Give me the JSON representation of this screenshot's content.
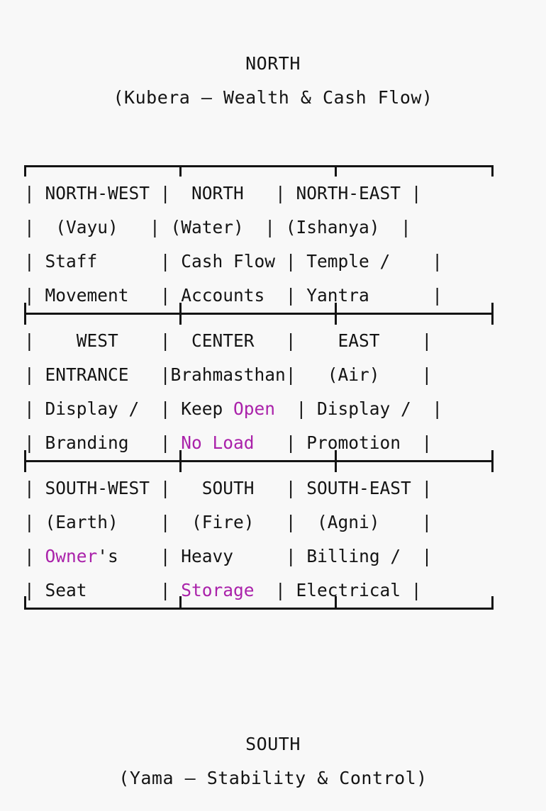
{
  "meta": {
    "background_color": "#f8f8f8",
    "text_color": "#141414",
    "highlight_color": "#aa22aa",
    "border_color": "#141414"
  },
  "header": {
    "title": "NORTH",
    "subtitle": "(Kubera — Wealth & Cash Flow)"
  },
  "footer": {
    "title": "SOUTH",
    "subtitle": "(Yama — Stability & Control)"
  },
  "grid": {
    "columns": [
      "west",
      "center",
      "east"
    ],
    "rows": [
      {
        "id": "north-row",
        "cells": [
          {
            "name": "north-west",
            "direction": "NORTH-WEST",
            "element": "(Vayu)",
            "purpose_line1": "Staff",
            "purpose_line2": "Movement"
          },
          {
            "name": "north",
            "direction": "NORTH",
            "element": "(Water)",
            "purpose_line1": "Cash Flow",
            "purpose_line2": "Accounts"
          },
          {
            "name": "north-east",
            "direction": "NORTH-EAST",
            "element": "(Ishanya)",
            "purpose_line1": "Temple /",
            "purpose_line2": "Yantra"
          }
        ],
        "ascii": [
          "| NORTH-WEST |   NORTH   | NORTH-EAST |",
          "|  (Vayu)    |  (Water)  | (Ishanya)  |",
          "| Staff      | Cash Flow | Temple /   |",
          "| Movement   | Accounts  | Yantra     |"
        ]
      },
      {
        "id": "center-row",
        "cells": [
          {
            "name": "west",
            "direction": "WEST",
            "element": "ENTRANCE",
            "purpose_line1": "Display /",
            "purpose_line2": "Branding"
          },
          {
            "name": "center",
            "direction": "CENTER",
            "element": "Brahmasthan",
            "purpose_line1_plain": "Keep ",
            "purpose_line1_highlight": "Open",
            "purpose_line2_highlight": "No Load"
          },
          {
            "name": "east",
            "direction": "EAST",
            "element": "(Air)",
            "purpose_line1": "Display /",
            "purpose_line2": "Promotion"
          }
        ],
        "ascii": [
          "|    WEST    |  CENTER   |    EAST    |",
          "| ENTRANCE   |Brahmasthan|   (Air)    |",
          "| Display /  | Keep Open | Display /  |",
          "| Branding   | No Load   | Promotion  |"
        ]
      },
      {
        "id": "south-row",
        "cells": [
          {
            "name": "south-west",
            "direction": "SOUTH-WEST",
            "element": "(Earth)",
            "purpose_line1_highlight": "Owner",
            "purpose_line1_plain": "'s",
            "purpose_line2": "Seat"
          },
          {
            "name": "south",
            "direction": "SOUTH",
            "element": "(Fire)",
            "purpose_line1": "Heavy",
            "purpose_line2_highlight": "Storage"
          },
          {
            "name": "south-east",
            "direction": "SOUTH-EAST",
            "element": "(Agni)",
            "purpose_line1": "Billing /",
            "purpose_line2": "Electrical"
          }
        ],
        "ascii": [
          "| SOUTH-WEST |   SOUTH   | SOUTH-EAST |",
          "| (Earth)    |  (Fire)   |  (Agni)    |",
          "| Owner's    | Heavy     | Billing /  |",
          "| Seat       | Storage   | Electrical |"
        ]
      }
    ]
  },
  "lines": {
    "r1l1_a": "| NORTH-WEST |",
    "r1l1_b": "  NORTH   ",
    "r1l1_c": "| NORTH-EAST |",
    "r1l2_a": "|  (Vayu)   ",
    "r1l2_b": "| (Water)  ",
    "r1l2_c": "| (Ishanya)  |",
    "r1l3_a": "| Staff      ",
    "r1l3_b": "| Cash Flow ",
    "r1l3_c": "| Temple /    |",
    "r1l4_a": "| Movement   ",
    "r1l4_b": "| Accounts  ",
    "r1l4_c": "| Yantra      |",
    "r2l1_a": "|    WEST    ",
    "r2l1_b": "|  CENTER   ",
    "r2l1_c": "|    EAST    |",
    "r2l2_a": "| ENTRANCE   ",
    "r2l2_b": "|Brahmasthan",
    "r2l2_c": "|   (Air)    |",
    "r2l3_a": "| Display /  ",
    "r2l3_b": "| Keep ",
    "r2l3_b_hl": "Open",
    "r2l3_c": "  | Display /  |",
    "r2l4_a": "| Branding   | ",
    "r2l4_b_hl": "No Load",
    "r2l4_c": "   | Promotion  |",
    "r3l1_a": "| SOUTH-WEST ",
    "r3l1_b": "|   SOUTH   ",
    "r3l1_c": "| SOUTH-EAST |",
    "r3l2_a": "| (Earth)    ",
    "r3l2_b": "|  (Fire)   ",
    "r3l2_c": "|  (Agni)    |",
    "r3l3_a": "| ",
    "r3l3_a_hl": "Owner",
    "r3l3_a2": "'s    ",
    "r3l3_b": "| Heavy     ",
    "r3l3_c": "| Billing /  |",
    "r3l4_a": "| Seat       | ",
    "r3l4_b_hl": "Storage",
    "r3l4_c": "  | Electrical |"
  }
}
